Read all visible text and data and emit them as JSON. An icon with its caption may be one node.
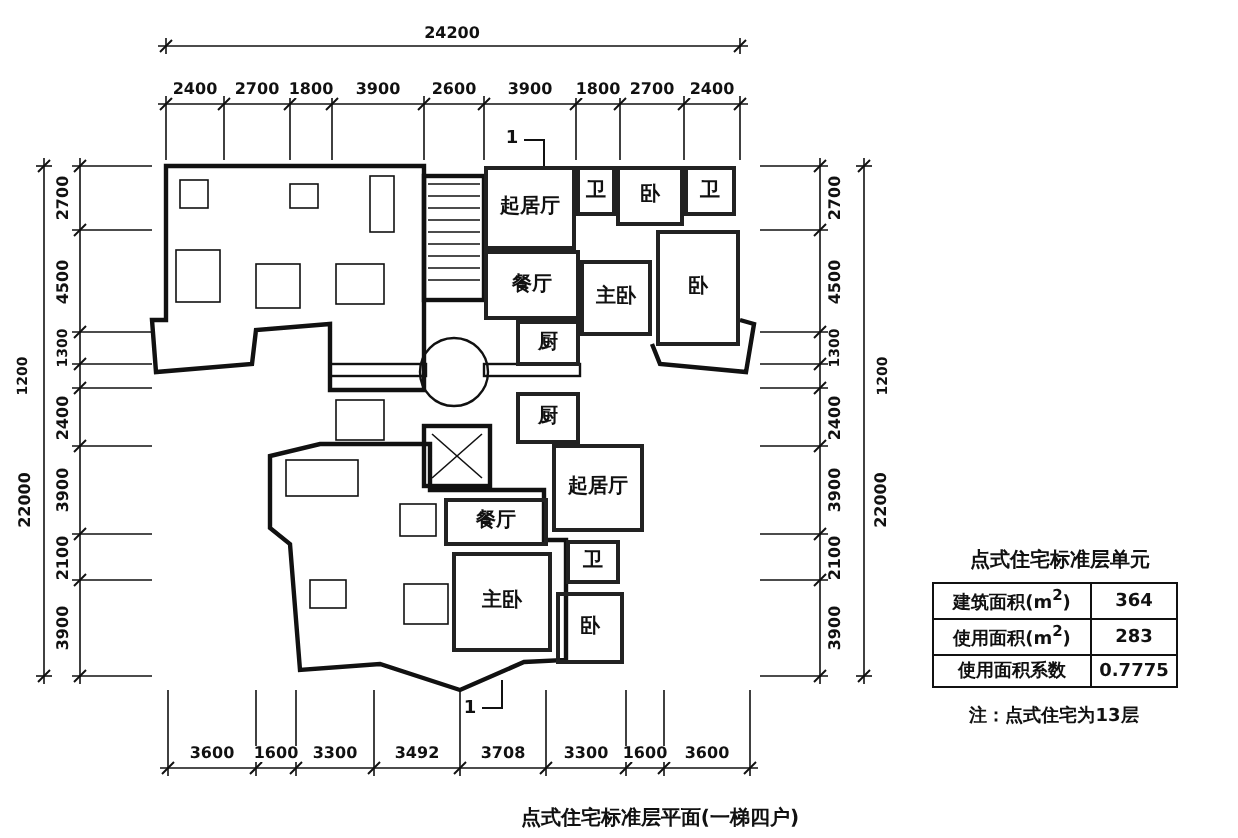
{
  "diagram": {
    "caption": "点式住宅标准层平面(一梯四户)",
    "nodes": [
      {
        "text": [
          "起居厅"
        ]
      },
      {
        "text": [
          "卫"
        ]
      },
      {
        "text": [
          "卧"
        ]
      },
      {
        "text": [
          "卫"
        ]
      },
      {
        "text": [
          "餐厅"
        ]
      },
      {
        "text": [
          "主卧"
        ]
      },
      {
        "text": [
          "卧"
        ]
      },
      {
        "text": [
          "厨"
        ]
      },
      {
        "text": [
          "厨"
        ]
      },
      {
        "text": [
          "起居厅"
        ]
      },
      {
        "text": [
          "餐厅"
        ]
      },
      {
        "text": [
          "卫"
        ]
      },
      {
        "text": [
          "主卧"
        ]
      },
      {
        "text": [
          "卧"
        ]
      }
    ],
    "edges": [],
    "labels": [
      "24200",
      "2400",
      "2700",
      "1800",
      "3900",
      "2600",
      "3900",
      "1800",
      "2700",
      "2400",
      "2700",
      "4500",
      "1300",
      "1200",
      "2400",
      "3900",
      "2100",
      "3900",
      "22000",
      "2700",
      "4500",
      "1300",
      "1200",
      "2400",
      "3900",
      "2100",
      "3900",
      "22000",
      "3600",
      "1600",
      "3300",
      "3492",
      "3708",
      "3300",
      "1600",
      "3600",
      "1",
      "1",
      "点式住宅标准层单元",
      "建筑面积(m$^{2}$)",
      "364",
      "使用面积(m$^{2}$)",
      "283",
      "使用面积系数",
      "0.7775",
      "注：点式住宅为13层"
    ]
  }
}
